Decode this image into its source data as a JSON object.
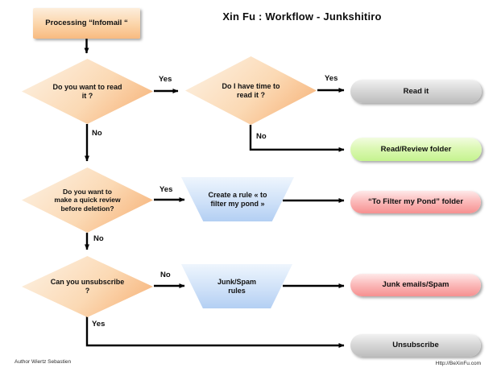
{
  "title": "Xin Fu : Workflow - Junkshitiro",
  "nodes": {
    "start": {
      "type": "process",
      "label": "Processing “Infomail “"
    },
    "d1": {
      "type": "decision",
      "label": "Do you want to read it ?"
    },
    "d2": {
      "type": "decision",
      "label": "Do I have time to read it ?"
    },
    "d3": {
      "type": "decision",
      "label": "Do you want to make a quick review before deletion?"
    },
    "d4": {
      "type": "decision",
      "label": "Can you unsubscribe ?"
    },
    "create_rule": {
      "type": "manual-operation",
      "label": "Create a rule « to filter my pond »"
    },
    "junk_rules": {
      "type": "manual-operation",
      "label": "Junk/Spam rules"
    },
    "read_it": {
      "type": "terminator",
      "color": "gray",
      "label": "Read it"
    },
    "read_review": {
      "type": "terminator",
      "color": "green",
      "label": "Read/Review folder"
    },
    "filter_folder": {
      "type": "terminator",
      "color": "pink",
      "label": "“To Filter my Pond” folder"
    },
    "junk_emails": {
      "type": "terminator",
      "color": "pink",
      "label": "Junk emails/Spam"
    },
    "unsubscribe": {
      "type": "terminator",
      "color": "gray",
      "label": "Unsubscribe"
    }
  },
  "edge_labels": {
    "d1_yes": "Yes",
    "d1_no": "No",
    "d2_yes": "Yes",
    "d2_no": "No",
    "d3_yes": "Yes",
    "d3_no": "No",
    "d4_no": "No",
    "d4_yes": "Yes"
  },
  "footer": {
    "author": "Author Wiertz Sebastien",
    "url": "Http://BeXinFu.com"
  },
  "palette": {
    "orange_light": "#FDF3E6",
    "orange": "#F6AD70",
    "blue_light": "#EEF5FD",
    "blue": "#B3CFF3",
    "gray_light": "#F1F1F1",
    "gray": "#BDBDBD",
    "green_light": "#F2FCE0",
    "green": "#C5F38F",
    "pink_light": "#FEE9E9",
    "pink": "#F69090",
    "arrow": "#000000",
    "text": "#111111",
    "background": "#FFFFFF"
  }
}
